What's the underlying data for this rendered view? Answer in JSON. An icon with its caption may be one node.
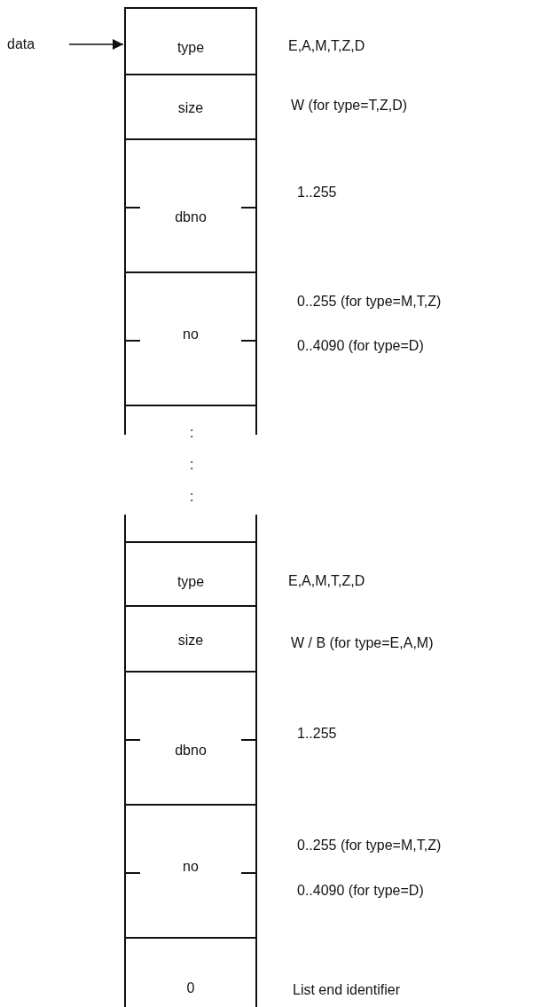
{
  "diagram": {
    "nodes": [
      {
        "text": [
          "data"
        ]
      },
      {
        "text": [
          "type"
        ],
        "beside": [
          "E,A,M,T,Z,D"
        ]
      },
      {
        "text": [
          "size"
        ],
        "beside": [
          "W (for type=T,Z,D)"
        ]
      },
      {
        "text": [
          "dbno"
        ],
        "beside": [
          "1..255"
        ]
      },
      {
        "text": [
          "no"
        ],
        "beside": [
          "0..255 (for type=M,T,Z)",
          "0..4090 (for type=D)"
        ]
      },
      {
        "text": [
          "type"
        ],
        "beside": [
          "E,A,M,T,Z,D"
        ]
      },
      {
        "text": [
          "size"
        ],
        "beside": [
          "W / B (for type=E,A,M)"
        ]
      },
      {
        "text": [
          "dbno"
        ],
        "beside": [
          "1..255"
        ]
      },
      {
        "text": [
          "no"
        ],
        "beside": [
          "0..255 (for type=M,T,Z)",
          "0..4090 (for type=D)"
        ]
      },
      {
        "text": [
          "0"
        ],
        "beside": [
          "List end identifier"
        ]
      }
    ],
    "edges": [
      {
        "from": 0,
        "to": 1,
        "arrow": "to"
      }
    ],
    "labels": [
      ":",
      ":",
      ":"
    ]
  }
}
